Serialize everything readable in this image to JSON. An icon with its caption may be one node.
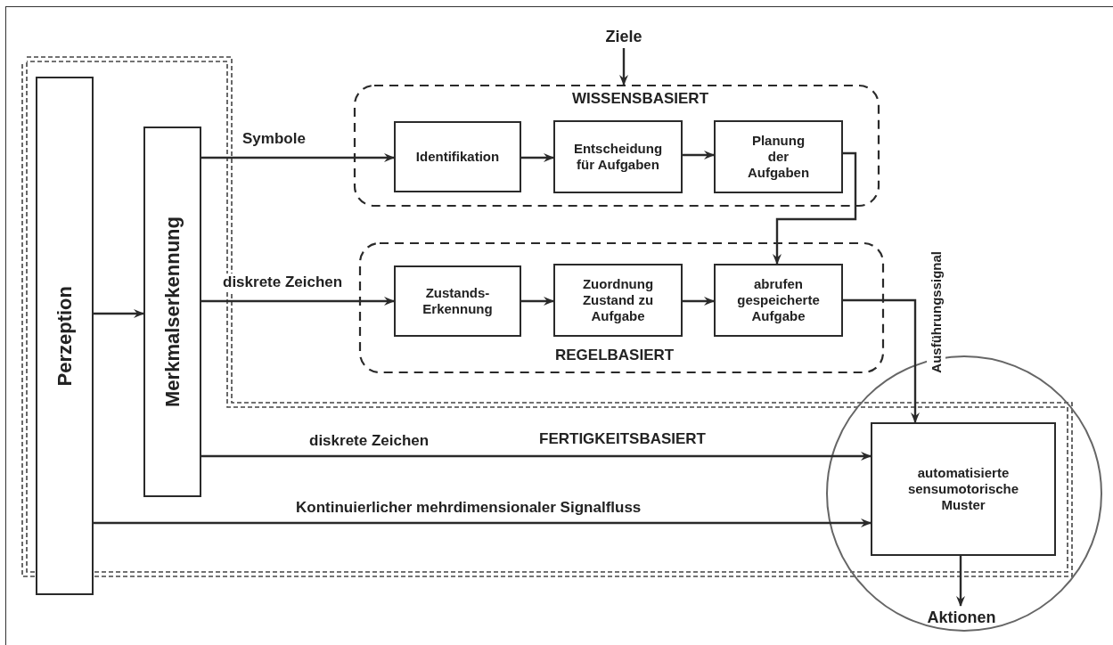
{
  "diagram": {
    "nodes": [
      {
        "text": [
          "Perzeption"
        ]
      },
      {
        "text": [
          "Merkmalserkennung"
        ]
      },
      {
        "text": [
          "WISSENSBASIERT"
        ]
      },
      {
        "text": [
          "Identifikation"
        ],
        "in": 2
      },
      {
        "text": [
          "Entscheidung für Aufgaben"
        ],
        "in": 2
      },
      {
        "text": [
          "Planung der Aufgaben"
        ],
        "in": 2
      },
      {
        "text": [
          "REGELBASIERT"
        ]
      },
      {
        "text": [
          "Zustands- Erkennung"
        ],
        "in": 6
      },
      {
        "text": [
          "Zuordnung Zustand zu Aufgabe"
        ],
        "in": 6
      },
      {
        "text": [
          "abrufen gespeicherte Aufgabe"
        ],
        "in": 6
      },
      {
        "text": [
          "Ziele"
        ]
      },
      {
        "text": [
          "automatisierte sensumotorische Muster"
        ]
      },
      {
        "text": [
          "Aktionen"
        ]
      }
    ],
    "edges": [
      {
        "from": 0,
        "to": 1,
        "arrow": "to"
      },
      {
        "from": 1,
        "to": 3,
        "arrow": "to",
        "label": "Symbole"
      },
      {
        "from": 3,
        "to": 4,
        "arrow": "to"
      },
      {
        "from": 4,
        "to": 5,
        "arrow": "to"
      },
      {
        "from": 5,
        "to": 9,
        "arrow": "to"
      },
      {
        "from": 1,
        "to": 7,
        "arrow": "to",
        "label": "diskrete Zeichen"
      },
      {
        "from": 7,
        "to": 8,
        "arrow": "to"
      },
      {
        "from": 8,
        "to": 9,
        "arrow": "to"
      },
      {
        "from": 9,
        "to": 11,
        "arrow": "to",
        "label": "Ausführungssignal"
      },
      {
        "from": 1,
        "to": 11,
        "arrow": "to",
        "label": "diskrete Zeichen"
      },
      {
        "from": 0,
        "to": 11,
        "arrow": "to",
        "label": "Kontinuierlicher mehrdimensionaler Signalfluss"
      },
      {
        "from": 10,
        "to": 2,
        "arrow": "to"
      },
      {
        "from": 11,
        "to": 12,
        "arrow": "to"
      }
    ],
    "labels": [
      "FERTIGKEITSBASIERT"
    ]
  }
}
